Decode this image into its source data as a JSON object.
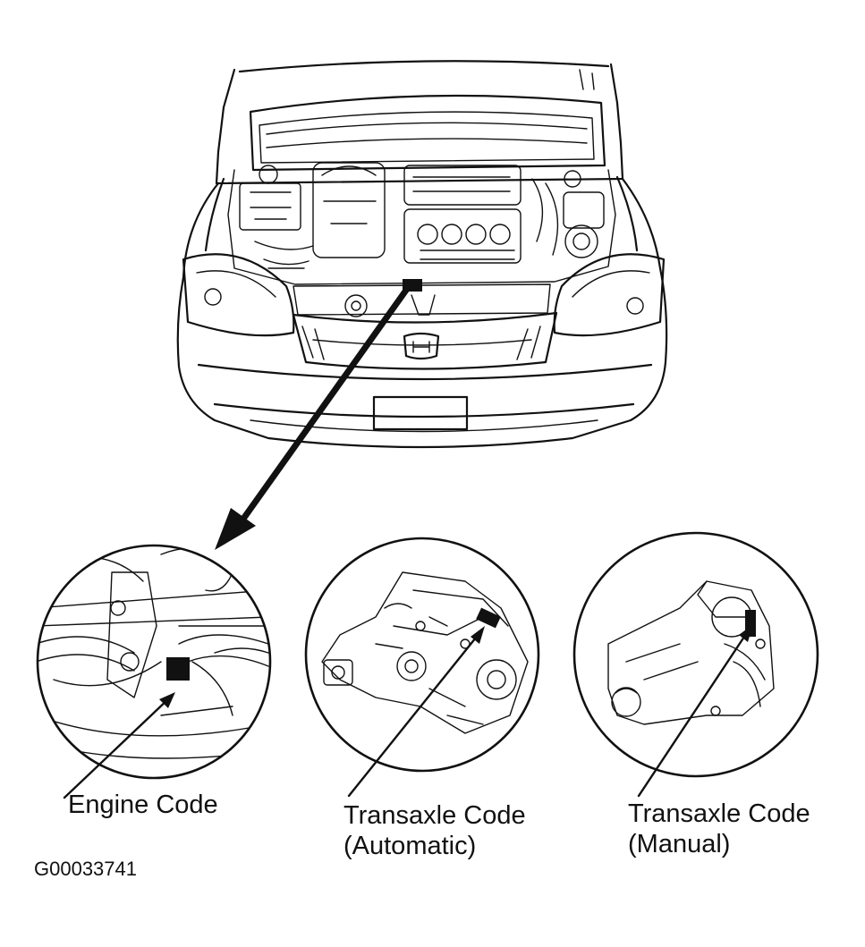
{
  "labels": {
    "engine_code": "Engine Code",
    "transaxle_automatic_line1": "Transaxle Code",
    "transaxle_automatic_line2": "(Automatic)",
    "transaxle_manual_line1": "Transaxle Code",
    "transaxle_manual_line2": "(Manual)"
  },
  "figure_id": "G00033741",
  "colors": {
    "ink": "#111111",
    "background": "#ffffff"
  }
}
